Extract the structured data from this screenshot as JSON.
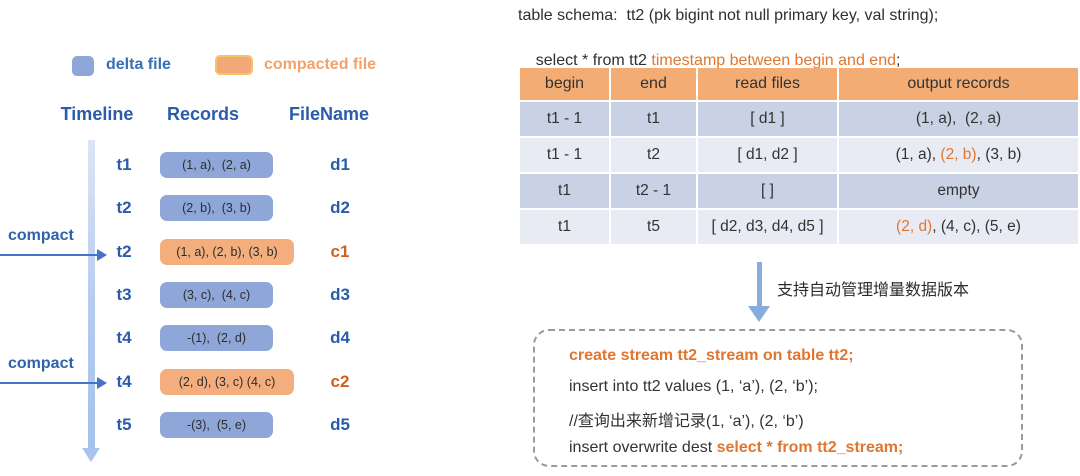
{
  "legend": {
    "delta": {
      "label": "delta file"
    },
    "compacted": {
      "label": "compacted file"
    }
  },
  "diagram": {
    "headers": {
      "timeline": "Timeline",
      "records": "Records",
      "filename": "FileName"
    },
    "compact_label": "compact",
    "rows": [
      {
        "time": "t1",
        "records": "(1, a),  (2, a)",
        "file": "d1",
        "type": "delta"
      },
      {
        "time": "t2",
        "records": "(2, b),  (3, b)",
        "file": "d2",
        "type": "delta"
      },
      {
        "time": "t2",
        "records": "(1, a), (2, b), (3, b)",
        "file": "c1",
        "type": "compacted"
      },
      {
        "time": "t3",
        "records": "(3, c),  (4, c)",
        "file": "d3",
        "type": "delta"
      },
      {
        "time": "t4",
        "records": "-(1),  (2, d)",
        "file": "d4",
        "type": "delta"
      },
      {
        "time": "t4",
        "records": "(2, d), (3, c) (4, c)",
        "file": "c2",
        "type": "compacted"
      },
      {
        "time": "t5",
        "records": "-(3),  (5, e)",
        "file": "d5",
        "type": "delta"
      }
    ]
  },
  "query": {
    "schema_line": "table schema:  tt2 (pk bigint not null primary key, val string);",
    "select_prefix": "select * from tt2 ",
    "select_highlight": "timestamp between begin and end",
    "select_suffix": ";"
  },
  "results_table": {
    "headers": [
      "begin",
      "end",
      "read files",
      "output records"
    ],
    "rows": [
      {
        "begin": "t1 - 1",
        "end": "t1",
        "read_files": "[ d1 ]",
        "output_pre": "(1, a),  (2, a)",
        "output_hl": "",
        "output_post": ""
      },
      {
        "begin": "t1 - 1",
        "end": "t2",
        "read_files": "[ d1, d2 ]",
        "output_pre": "(1, a), ",
        "output_hl": "(2, b)",
        "output_post": ", (3, b)"
      },
      {
        "begin": "t1",
        "end": "t2 - 1",
        "read_files": "[ ]",
        "output_pre": "empty",
        "output_hl": "",
        "output_post": ""
      },
      {
        "begin": "t1",
        "end": "t5",
        "read_files": "[ d2, d3, d4, d5 ]",
        "output_pre": "",
        "output_hl": "(2, d)",
        "output_post": ", (4, c), (5, e)"
      }
    ]
  },
  "annotation": {
    "text": "支持自动管理增量数据版本"
  },
  "code_box": {
    "lines": [
      {
        "pre": "",
        "hl": "create stream tt2_stream on table tt2;"
      },
      {
        "pre": "insert into tt2 values (1, ‘a’), (2, ‘b’);",
        "hl": ""
      },
      {
        "pre": "//查询出来新增记录(1, ‘a’), (2, ‘b’)",
        "hl": ""
      },
      {
        "pre": "insert overwrite dest ",
        "hl": "select * from tt2_stream;"
      }
    ]
  },
  "colors": {
    "blue_text": "#2a5caa",
    "orange_text": "#e0762f",
    "orange_file_text": "#d2601a",
    "delta_fill": "#8ea6d8",
    "compacted_fill": "#f4ae7d",
    "table_header_fill": "#f2ac74",
    "row_dark": "#c9d2e4",
    "row_light": "#e9ebf4",
    "arrow_blue": "#4472c4",
    "timeline_bar": "#b5cbee"
  }
}
